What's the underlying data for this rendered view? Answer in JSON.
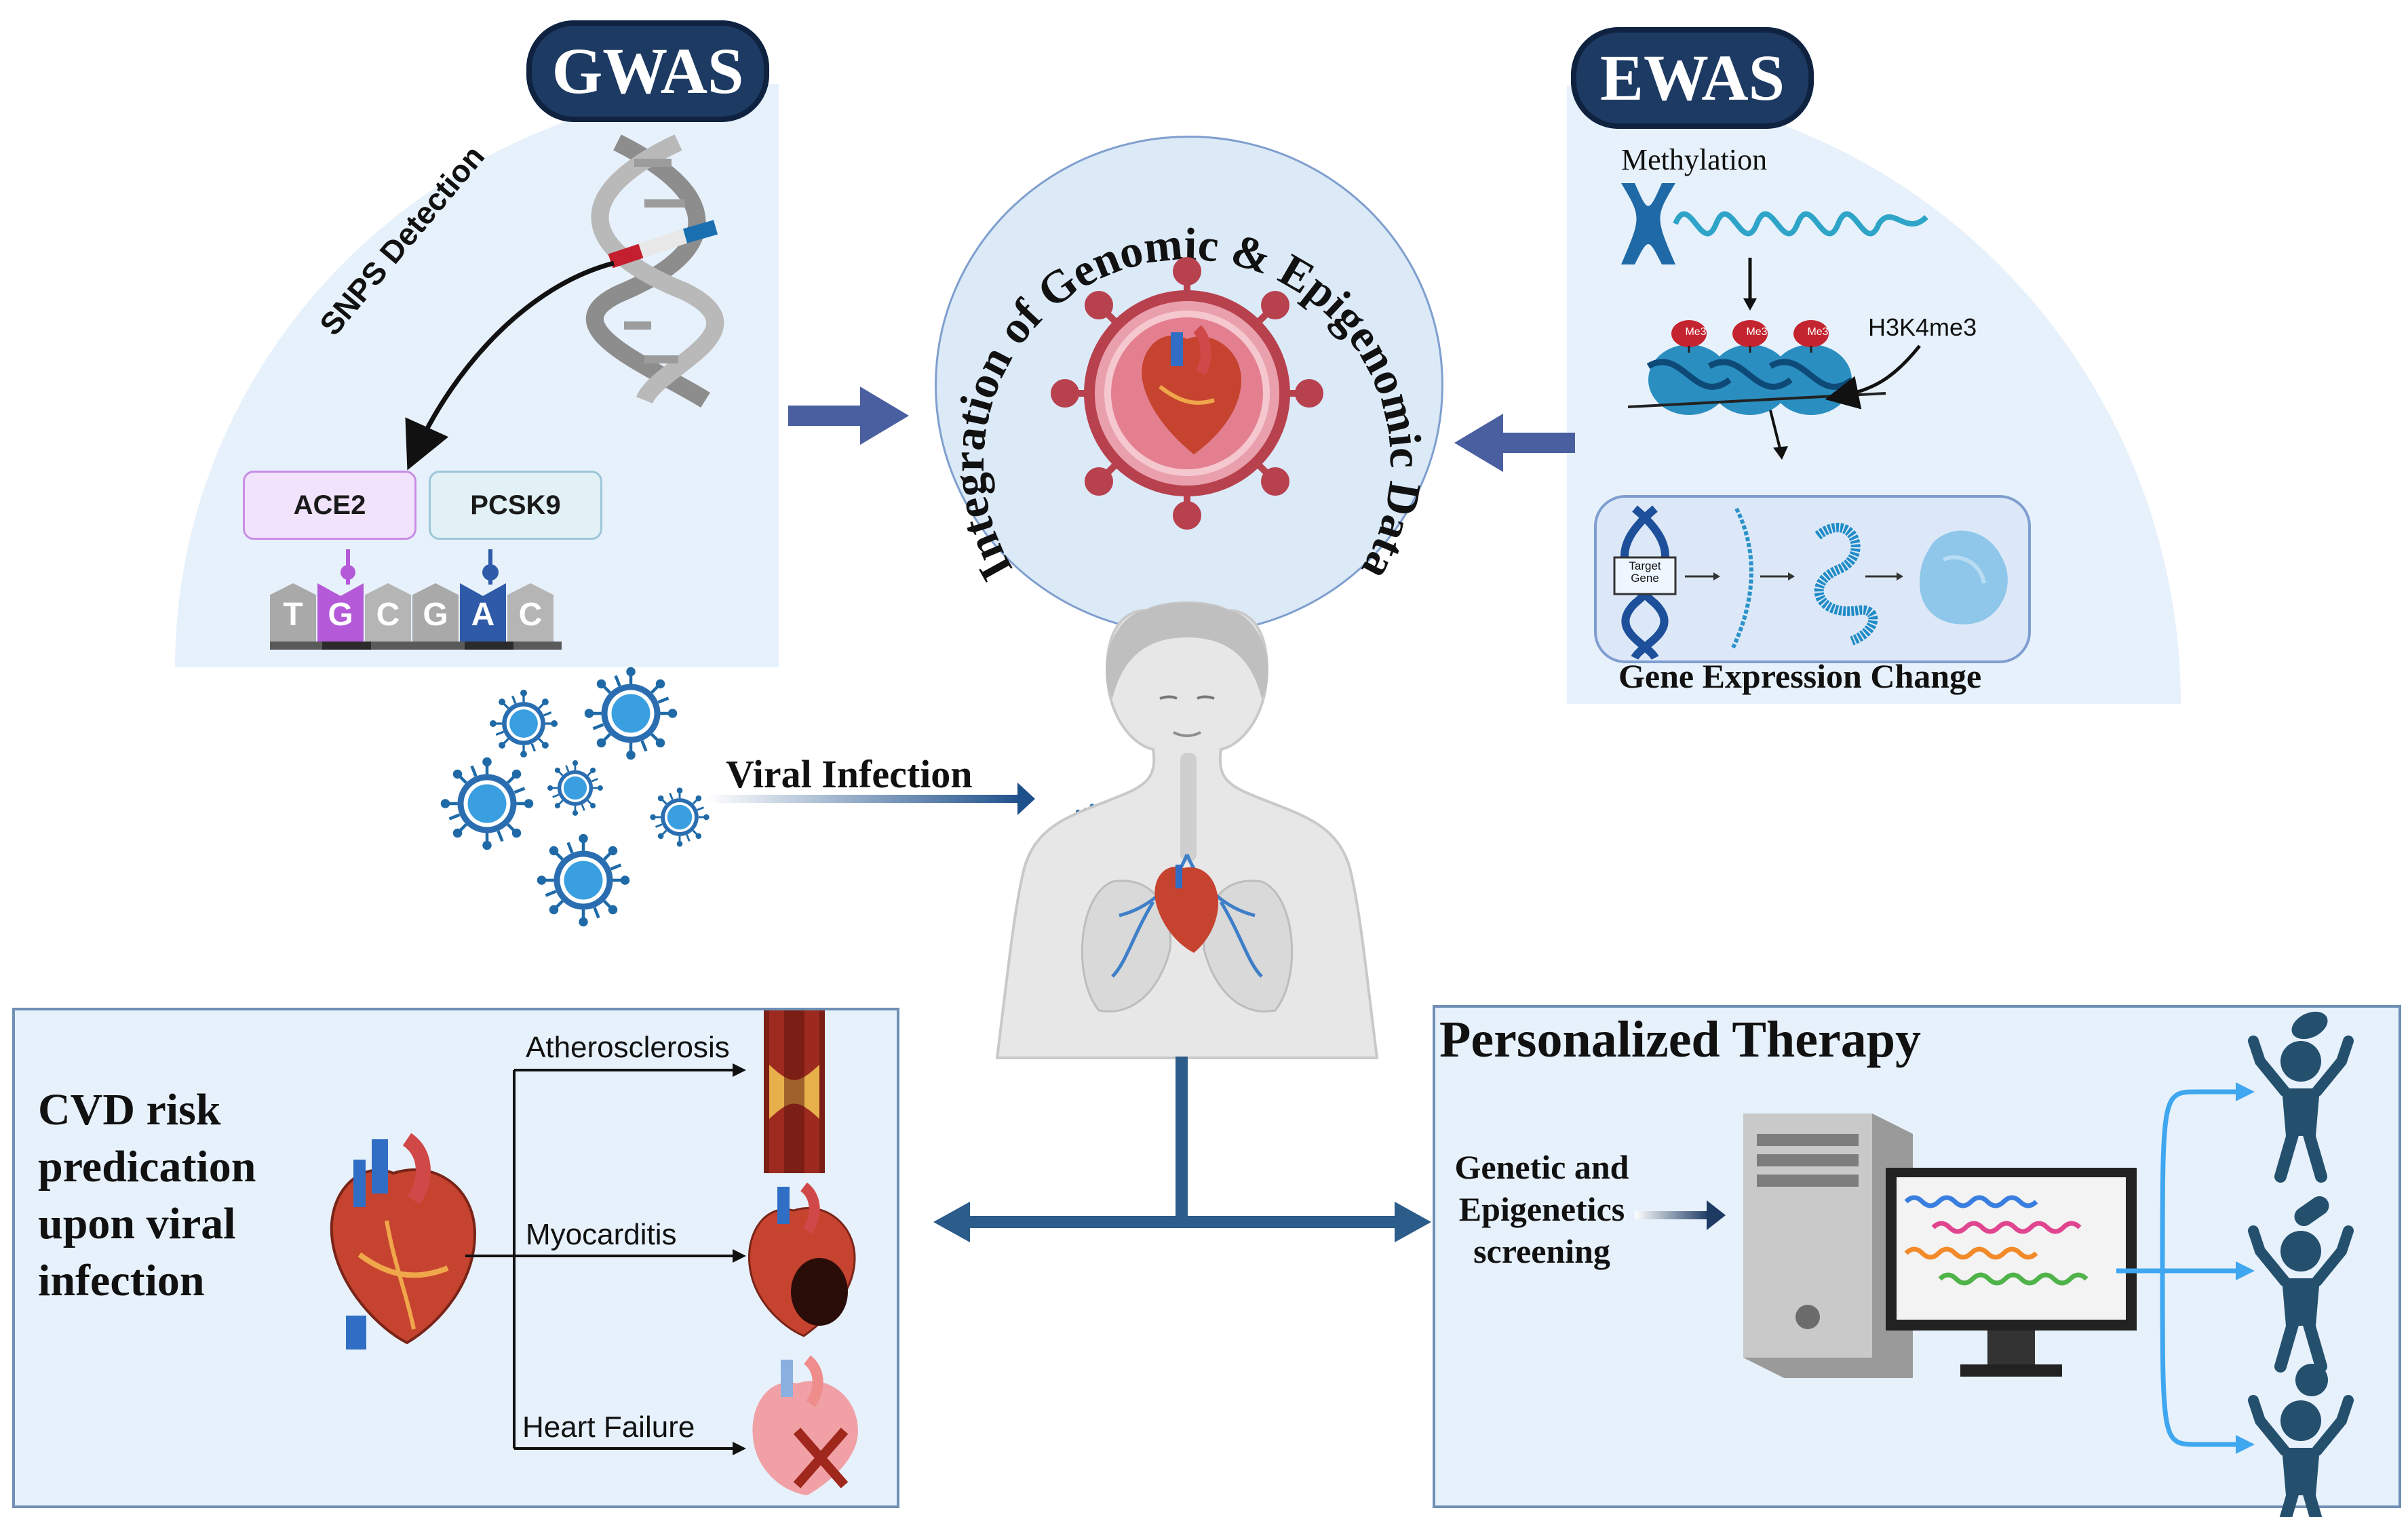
{
  "gwas": {
    "title": "GWAS",
    "snp_label": "SNPS Detection",
    "genes": [
      "ACE2",
      "PCSK9"
    ],
    "bases": [
      "T",
      "G",
      "C",
      "G",
      "A",
      "C"
    ]
  },
  "ewas": {
    "title": "EWAS",
    "methylation_label": "Methylation",
    "histone_mark": "H3K4me3",
    "me3_marks": [
      "Me3",
      "Me3",
      "Me3"
    ],
    "target_gene_label": "Target Gene",
    "expression_label": "Gene Expression Change"
  },
  "integration": {
    "label": "Integration of Genomic & Epigenomic Data"
  },
  "infection": {
    "label": "Viral Infection"
  },
  "cvd": {
    "title": "CVD risk predication upon viral infection",
    "outcomes": [
      "Atherosclerosis",
      "Myocarditis",
      "Heart Failure"
    ]
  },
  "therapy": {
    "title": "Personalized Therapy",
    "screening_label": "Genetic and Epigenetics screening"
  },
  "colors": {
    "navy": "#1d3a63",
    "arrow_blue": "#4a5fa0",
    "panel_blue": "#e7f1fb",
    "virus_blue": "#1f6aa6",
    "ace2_purple": "#b45ad8",
    "pcsk9_blue": "#2e5aa8",
    "therapy_arrow": "#3fa6f0"
  }
}
